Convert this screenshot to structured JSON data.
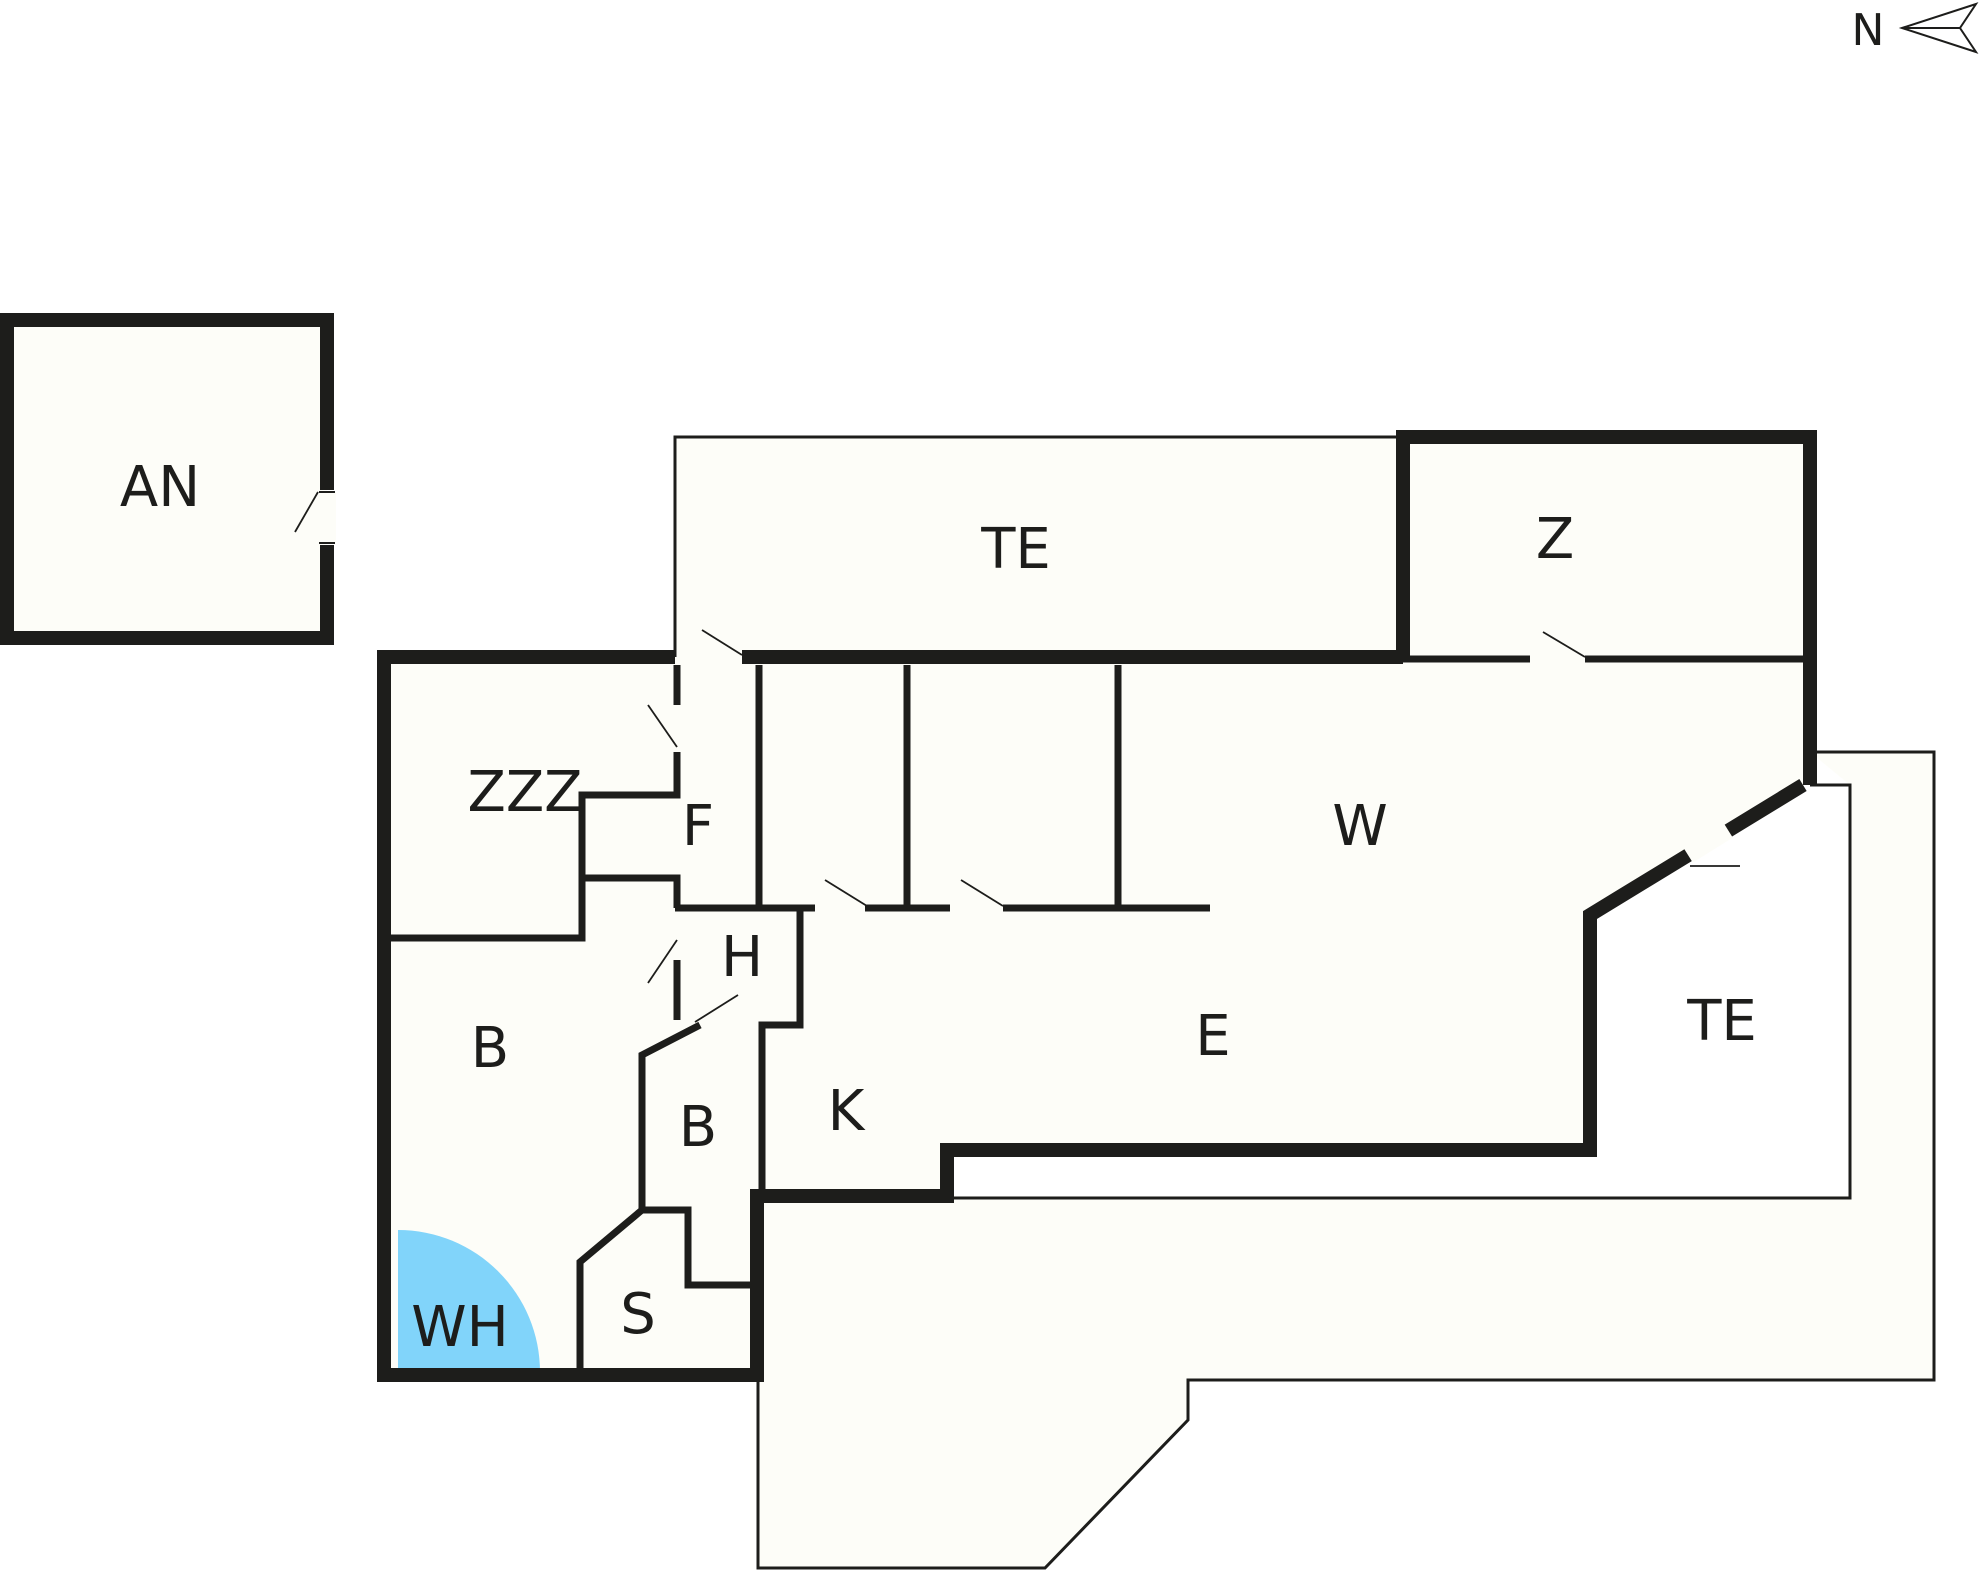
{
  "rooms": [
    {
      "id": "an",
      "label": "AN"
    },
    {
      "id": "te-top",
      "label": "TE"
    },
    {
      "id": "z",
      "label": "Z"
    },
    {
      "id": "zzz",
      "label": "ZZZ"
    },
    {
      "id": "f",
      "label": "F"
    },
    {
      "id": "w",
      "label": "W"
    },
    {
      "id": "h",
      "label": "H"
    },
    {
      "id": "b-left",
      "label": "B"
    },
    {
      "id": "e",
      "label": "E"
    },
    {
      "id": "te-right",
      "label": "TE"
    },
    {
      "id": "b-small",
      "label": "B"
    },
    {
      "id": "k",
      "label": "K"
    },
    {
      "id": "wh",
      "label": "WH"
    },
    {
      "id": "s",
      "label": "S"
    }
  ],
  "compass": {
    "label": "N",
    "icon": "north-arrow-icon"
  },
  "colors": {
    "wall": "#1d1d1b",
    "floor": "#fdfdf8",
    "whirlpool": "#81d4fa"
  }
}
